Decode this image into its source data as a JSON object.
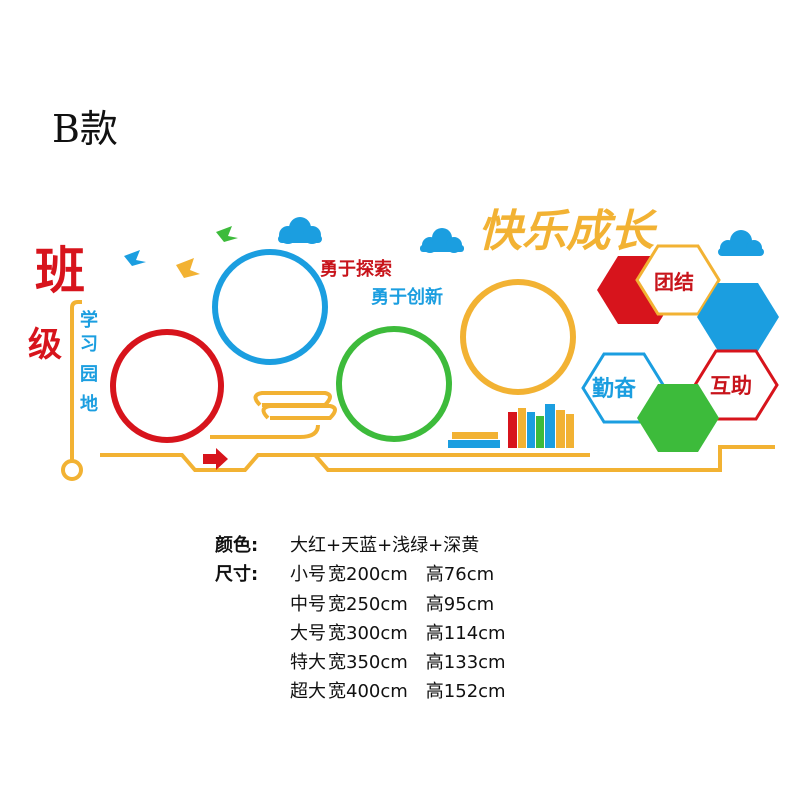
{
  "variant_title": "B款",
  "wall_art": {
    "title_vertical": [
      "班",
      "级"
    ],
    "subtitle_vertical": [
      "学",
      "习",
      "园",
      "地"
    ],
    "phrase_explore": "勇于探索",
    "phrase_innovate": "勇于创新",
    "headline": "快乐成长",
    "hex_labels": [
      "团结",
      "勤奋",
      "互助"
    ],
    "colors": {
      "red": "#d7141c",
      "blue": "#1b9ee0",
      "green": "#3dbb3b",
      "yellow": "#f2b233",
      "dark_red": "#c8141b"
    }
  },
  "specs": {
    "color_label": "颜色:",
    "color_value": "大红+天蓝+浅绿+深黄",
    "size_label": "尺寸:",
    "sizes": [
      {
        "name": "小号",
        "width": "宽200cm",
        "height": "高76cm"
      },
      {
        "name": "中号",
        "width": "宽250cm",
        "height": "高95cm"
      },
      {
        "name": "大号",
        "width": "宽300cm",
        "height": "高114cm"
      },
      {
        "name": "特大",
        "width": "宽350cm",
        "height": "高133cm"
      },
      {
        "name": "超大",
        "width": "宽400cm",
        "height": "高152cm"
      }
    ]
  }
}
